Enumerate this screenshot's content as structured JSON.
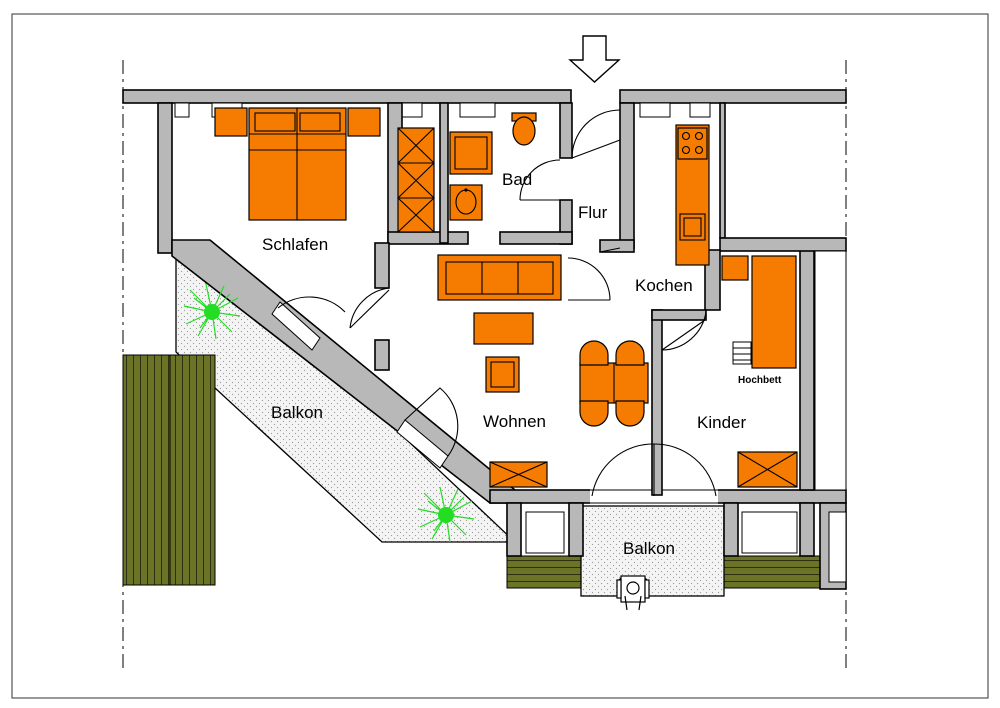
{
  "rooms": {
    "schlafen": "Schlafen",
    "bad": "Bad",
    "flur": "Flur",
    "kochen": "Kochen",
    "wohnen": "Wohnen",
    "kinder": "Kinder",
    "balkon_west": "Balkon",
    "balkon_south": "Balkon",
    "hochbett": "Hochbett"
  },
  "colors": {
    "furniture": "#f57c00",
    "wall": "#b8b8b8",
    "deck": "#6b7426",
    "plants": "#22dd22"
  },
  "icons": [
    "entrance-arrow-icon",
    "plant-icon",
    "person-chair-icon"
  ]
}
